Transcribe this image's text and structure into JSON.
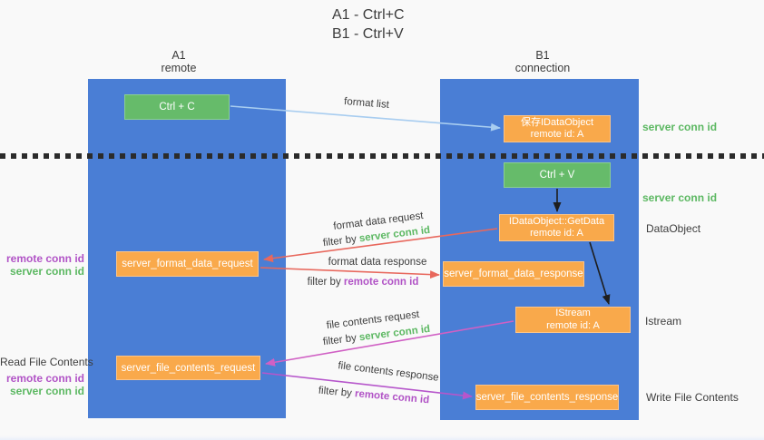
{
  "title": {
    "line1": "A1 - Ctrl+C",
    "line2": "B1 - Ctrl+V"
  },
  "lanes": {
    "a1": {
      "name": "A1",
      "role": "remote"
    },
    "b1": {
      "name": "B1",
      "role": "connection"
    }
  },
  "nodes": {
    "ctrl_c": {
      "label": "Ctrl + C"
    },
    "ctrl_v": {
      "label": "Ctrl + V"
    },
    "save_idataobject": {
      "line1": "保存IDataObject",
      "line2": "remote id: A"
    },
    "idataobject_getdata": {
      "line1": "IDataObject::GetData",
      "line2": "remote id: A"
    },
    "istream": {
      "line1": "IStream",
      "line2": "remote id: A"
    },
    "server_format_data_request": {
      "label": "server_format_data_request"
    },
    "server_format_data_response": {
      "label": "server_format_data_response"
    },
    "server_file_contents_request": {
      "label": "server_file_contents_request"
    },
    "server_file_contents_response": {
      "label": "server_file_contents_response"
    }
  },
  "messages": {
    "format_list": "format list",
    "format_data_request": "format data request",
    "format_data_response": "format data response",
    "file_contents_request": "file contents request",
    "file_contents_response": "file contents response",
    "filter_by": "filter by",
    "server_conn_id": "server conn id",
    "remote_conn_id": "remote conn id"
  },
  "annotations": {
    "right_server_conn_id_1": "server conn id",
    "right_server_conn_id_2": "server conn id",
    "dataobject": "DataObject",
    "istream": "Istream",
    "write_file_contents": "Write File Contents",
    "read_file_contents": "Read File Contents",
    "left_remote_conn_id_1": "remote conn id",
    "left_server_conn_id_1": "server conn id",
    "left_remote_conn_id_2": "remote conn id",
    "left_server_conn_id_2": "server conn id"
  },
  "colors": {
    "lane_blue": "#4a7ed5",
    "node_green": "#66bb6a",
    "node_orange": "#f9a94b",
    "arrow_red": "#e8685d",
    "arrow_magenta": "#d060c4",
    "arrow_purple": "#b656cb",
    "arrow_lightblue": "#a8cdf0",
    "label_green": "#5cb862",
    "label_purple": "#b153c6"
  }
}
